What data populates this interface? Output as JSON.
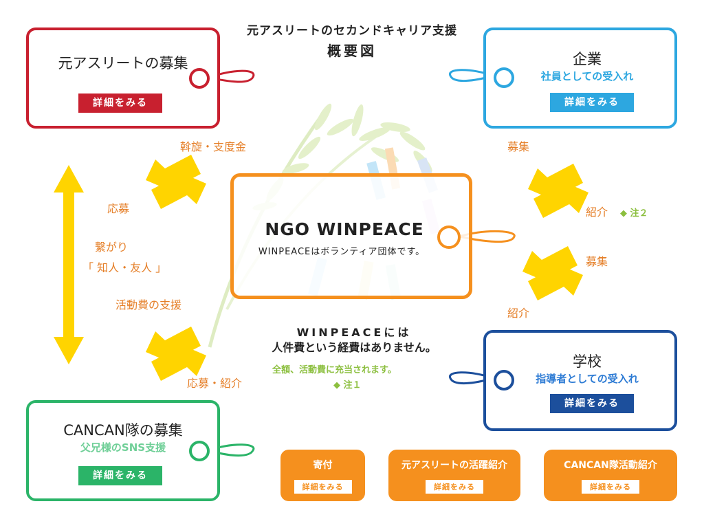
{
  "header": {
    "title": "元アスリートのセカンドキャリア支援",
    "subtitle": "概要図"
  },
  "colors": {
    "red": "#c8202f",
    "blue": "#2da7e0",
    "navy": "#1c4f9c",
    "green": "#2bb468",
    "orange": "#f5901e",
    "yellow": "#ffd400",
    "text_orange": "#e57f28",
    "note_green": "#8cbf3f"
  },
  "cards": {
    "athlete": {
      "name": "元アスリートの募集",
      "button": "詳細をみる"
    },
    "company": {
      "name": "企業",
      "sub": "社員としての受入れ",
      "button": "詳細をみる"
    },
    "school": {
      "name": "学校",
      "sub": "指導者としての受入れ",
      "button": "詳細をみる"
    },
    "cancan": {
      "name": "CANCAN隊の募集",
      "sub": "父兄様のSNS支援",
      "button": "詳細をみる"
    }
  },
  "center": {
    "name": "NGO WINPEACE",
    "desc": "WINPEACEはボランティア団体です。"
  },
  "labels": {
    "assen": "斡旋・支度金",
    "oubo": "応募",
    "tsunagari": "繋がり",
    "chijin": "「 知人・友人 」",
    "katsudouhi": "活動費の支援",
    "oubo_shoukai": "応募・紹介",
    "boshu1": "募集",
    "shoukai1": "紹介",
    "boshu2": "募集",
    "shoukai2": "紹介"
  },
  "notes": {
    "note2": "◆ 注２",
    "note1": "◆ 注１",
    "zengaku": "全額、活動費に充当されます。"
  },
  "statement": {
    "line1": "WINPEACEには",
    "line2": "人件費という経費はありません。"
  },
  "bottom_buttons": [
    {
      "title": "寄付",
      "button": "詳細をみる"
    },
    {
      "title": "元アスリートの活躍紹介",
      "button": "詳細をみる"
    },
    {
      "title": "CANCAN隊活動紹介",
      "button": "詳細をみる"
    }
  ]
}
